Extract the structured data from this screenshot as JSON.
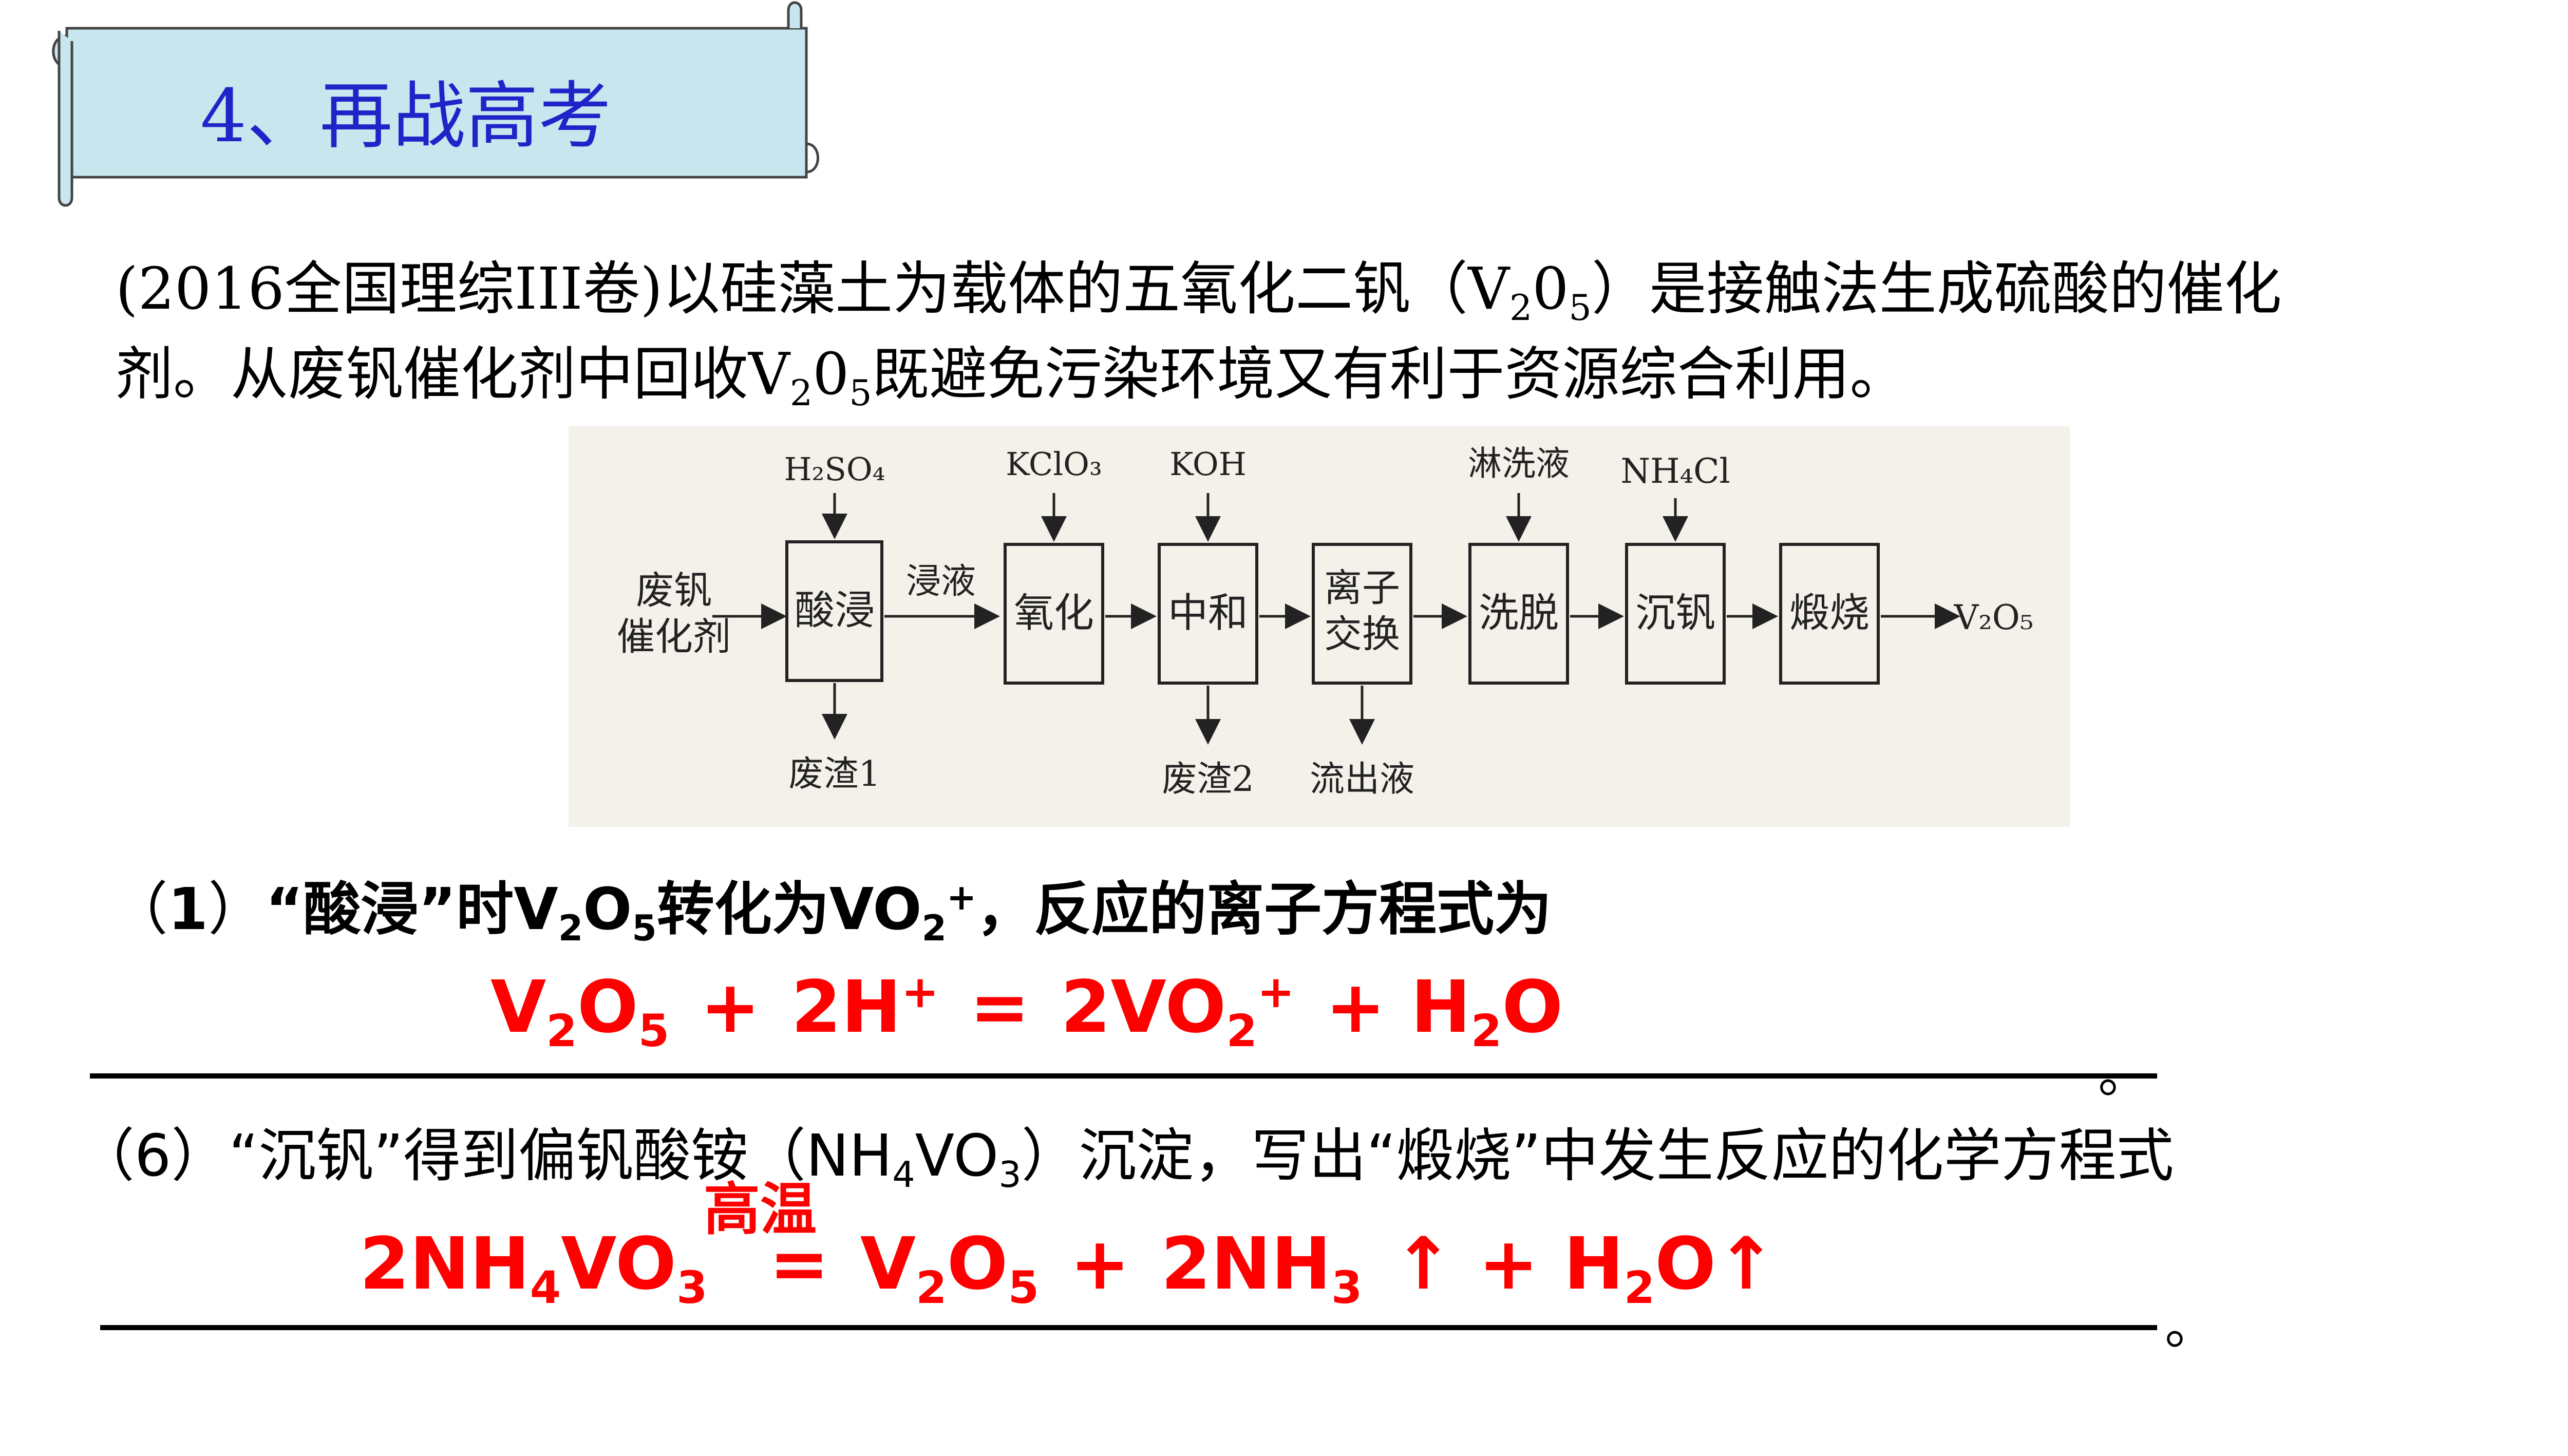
{
  "title": "4、再战高考",
  "intro": {
    "line1_a": "(2016全国理综III卷)以硅藻土为载体的五氧化二钒（V",
    "line1_s1": "2",
    "line1_b": "0",
    "line1_s2": "5",
    "line1_c": "）是接触法生成硫酸的催化",
    "line2_a": "剂。从废钒催化剂中回收V",
    "line2_s1": "2",
    "line2_b": "0",
    "line2_s2": "5",
    "line2_c": "既避免污染环境又有利于资源综合利用。"
  },
  "flowchart": {
    "input": [
      "废钒",
      "催化剂"
    ],
    "reagents": {
      "h2so4": "H₂SO₄",
      "kclo3": "KClO₃",
      "koh": "KOH",
      "wash": "淋洗液",
      "nh4cl": "NH₄Cl"
    },
    "steps": {
      "acid_leach": "酸浸",
      "oxidize": "氧化",
      "neutralize": "中和",
      "ion_exchange": [
        "离子",
        "交换"
      ],
      "elute": "洗脱",
      "precipitate": "沉钒",
      "calcine": "煅烧"
    },
    "leachate": "浸液",
    "outputs": {
      "residue1": "废渣1",
      "residue2": "废渣2",
      "effluent": "流出液",
      "product": "V₂O₅"
    }
  },
  "q1": {
    "lp": "（",
    "num": "1",
    "rp": "）",
    "text_a": "“酸浸”时V",
    "s1": "2",
    "text_b": "O",
    "s2": "5",
    "text_c": "转化为VO",
    "s3": "2",
    "sup1": "+",
    "text_d": "，反应的离子方程式为"
  },
  "answer1": {
    "a": "V",
    "s1": "2",
    "b": "O",
    "s2": "5",
    "c": "+",
    "d": "2H",
    "sup1": "+",
    "e": "=",
    "f": "2VO",
    "s3": "2",
    "sup2": "+",
    "g": "+ H",
    "s4": "2",
    "h": "O",
    "end": "。"
  },
  "q6": {
    "a": "（6）“沉钒”得到偏钒酸铵（NH",
    "s1": "4",
    "b": "VO",
    "s2": "3",
    "c": "）沉淀，写出“煅烧”中发生反应的化学方程式"
  },
  "condition": "高温",
  "answer2": {
    "a": "2NH",
    "s1": "4",
    "b": "VO",
    "s2": "3",
    "c": "=",
    "d": "V",
    "s3": "2",
    "e": "O",
    "s4": "5",
    "f": "+",
    "g": "2NH",
    "s5": "3",
    "h": "↑ + H",
    "s6": "2",
    "i": "O↑",
    "end": "。"
  },
  "colors": {
    "title_blue": "#1f24c9",
    "banner_fill": "#c8e6ee",
    "answer_red": "#ff0000"
  }
}
